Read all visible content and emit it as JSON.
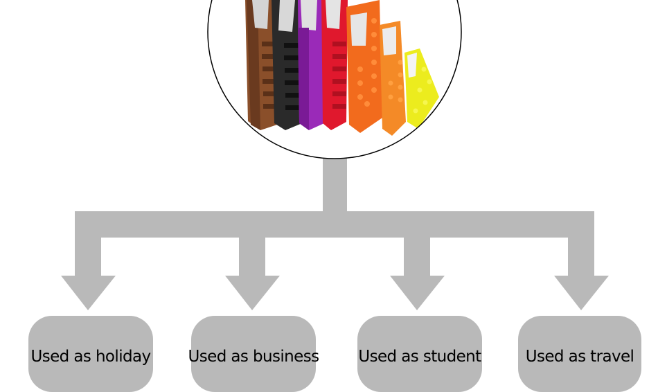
{
  "diagram": {
    "center_image": "notebooks-photo",
    "colors": {
      "connector": "#b9b9b9",
      "box": "#b9b9b9",
      "text": "#000000",
      "circle_border": "#000000",
      "notebooks": [
        "#8a4f2a",
        "#222222",
        "#8a1ca8",
        "#e0182d",
        "#f26b1d",
        "#f48a27",
        "#ecec1e"
      ]
    },
    "uses": [
      {
        "label": "Used as holiday"
      },
      {
        "label": "Used as business"
      },
      {
        "label": "Used as student"
      },
      {
        "label": "Used as travel"
      }
    ]
  }
}
